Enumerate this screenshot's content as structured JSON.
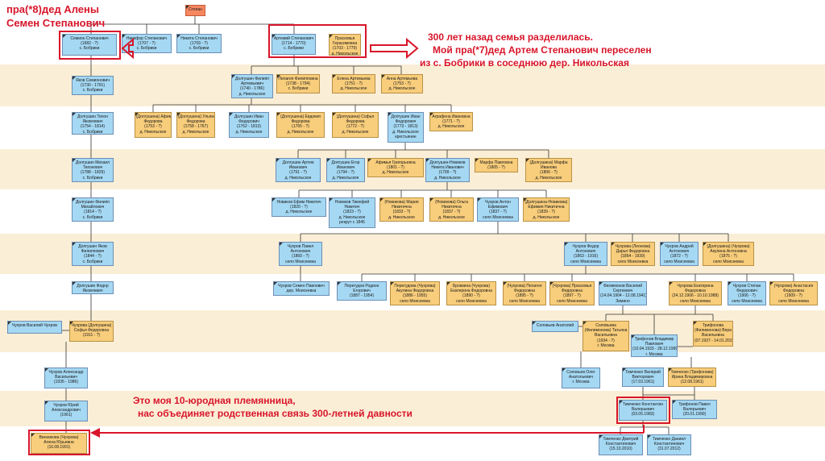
{
  "annotations": {
    "top_left": [
      "пра(*8)дед Алены",
      "Семен Степанович"
    ],
    "top_right": [
      "300 лет назад семья разделилась.",
      "Мой пра(*7)дед Артем Степанович переселен",
      "из с. Бобрики в соседнюю дер. Никольская"
    ],
    "bottom": [
      "Это моя 10-юродная племянница,",
      "нас объединяет родственная связь 300-летней давности"
    ]
  },
  "people": [
    {
      "id": "stepan",
      "lines": [
        "Степан"
      ],
      "sex": "r"
    },
    {
      "id": "semyon",
      "lines": [
        "Семион Степанович",
        "(1682 - ?)",
        "с. Бобрики"
      ],
      "sex": "m"
    },
    {
      "id": "nikifor",
      "lines": [
        "Никифор Степанович",
        "(1707 - ?)",
        "с. Бобрики"
      ],
      "sex": "m"
    },
    {
      "id": "nikita0",
      "lines": [
        "Никита Степанович",
        "(1709 - ?)",
        "с. Бобрики"
      ],
      "sex": "m"
    },
    {
      "id": "artemy",
      "lines": [
        "Артемий Степанович",
        "(1714 - 1770)",
        "с. Бобрики"
      ],
      "sex": "m"
    },
    {
      "id": "praskovya0",
      "lines": [
        "Прасковья",
        "Герасимовна",
        "(1703 - 1779)",
        "д. Никольское"
      ],
      "sex": "f"
    },
    {
      "id": "yakov0",
      "lines": [
        "Яков Семионович",
        "(1730 - 1791)",
        "с. Бобрики"
      ],
      "sex": "m"
    },
    {
      "id": "dolgushin_filipp",
      "lines": [
        "Долгушин Филипп",
        "Артемьевич",
        "(1740 - 1786)",
        "д. Никольское"
      ],
      "sex": "m"
    },
    {
      "id": "pelageya0",
      "lines": [
        "Пелагея Филипповна",
        "(1738 - 1794)",
        "с. Бобрики"
      ],
      "sex": "f"
    },
    {
      "id": "elena0",
      "lines": [
        "Елена Артемьева",
        "(1751 - ?)",
        "д. Никольское"
      ],
      "sex": "f"
    },
    {
      "id": "anna0",
      "lines": [
        "Анна Артемьева",
        "(1753 - ?)",
        "д. Никольское"
      ],
      "sex": "f"
    },
    {
      "id": "tikhon",
      "lines": [
        "Долгушин Тихон",
        "Яковлевич",
        "(1754 - 1814)",
        "с. Бобрики"
      ],
      "sex": "m"
    },
    {
      "id": "afimya0",
      "lines": [
        "(Долгушина) Афимья",
        "Федорова",
        "(1753 - ?)",
        "д. Никольское"
      ],
      "sex": "f"
    },
    {
      "id": "ulyana0",
      "lines": [
        "(Долгушина) Ульяна",
        "Федорова",
        "(1758 - 1767)",
        "д. Никольское"
      ],
      "sex": "f"
    },
    {
      "id": "ivan0",
      "lines": [
        "Долгушин Иван",
        "Федорович",
        "(1762 - 1813)",
        "д. Никольское"
      ],
      "sex": "m"
    },
    {
      "id": "evdokia0",
      "lines": [
        "(Долгушина) Евдокия",
        "Федорова",
        "(1765 - ?)",
        "д. Никольское"
      ],
      "sex": "f"
    },
    {
      "id": "sofya0",
      "lines": [
        "(Долгушина) Софья",
        "Федорова",
        "(1772 - ?)",
        "д. Никольское"
      ],
      "sex": "f"
    },
    {
      "id": "ivan1",
      "lines": [
        "Долгушин Иван",
        "Федорович",
        "(1773 - 1813)",
        "д. Никольское",
        "крестьянин"
      ],
      "sex": "m"
    },
    {
      "id": "agrafena0",
      "lines": [
        "Аграфена Ивановна",
        "(1771 - ?)",
        "д. Никольское"
      ],
      "sex": "f"
    },
    {
      "id": "mikhail0",
      "lines": [
        "Долгушин Михаил",
        "Тихонович",
        "(1788 - 1829)",
        "с. Бобрики"
      ],
      "sex": "m"
    },
    {
      "id": "artem1",
      "lines": [
        "Долгушин Артем",
        "Иванович",
        "(1791 - ?)",
        "д. Никольское"
      ],
      "sex": "m"
    },
    {
      "id": "egor1",
      "lines": [
        "Долгушин Егор",
        "Иванович",
        "(1794 - ?)",
        "д. Никольское"
      ],
      "sex": "m"
    },
    {
      "id": "afimya1",
      "lines": [
        "Афимья Григорьевна",
        "(1801 - ?)",
        "д. Никольское"
      ],
      "sex": "f"
    },
    {
      "id": "nikita1",
      "lines": [
        "Долгушин-Новиков",
        "Никита Иванович",
        "(1799 - ?)",
        "д. Никольское"
      ],
      "sex": "m"
    },
    {
      "id": "marfa1",
      "lines": [
        "Марфа Павловна",
        "(1805 - ?)"
      ],
      "sex": "f"
    },
    {
      "id": "marfa2",
      "lines": [
        "(Долгушина) Марфа",
        "Иванова",
        "(1806 - ?)",
        "д. Никольское"
      ],
      "sex": "f"
    },
    {
      "id": "filipp2",
      "lines": [
        "Долгушин Филипп",
        "Михайлович",
        "(1814 - ?)",
        "с. Бобрики"
      ],
      "sex": "m"
    },
    {
      "id": "efim2",
      "lines": [
        "Новиков Ефим Никитич",
        "(1820 - ?)",
        "д. Никольское"
      ],
      "sex": "m"
    },
    {
      "id": "timofei2",
      "lines": [
        "Новиков Тимофей",
        "Никитич",
        "(1823 - ?)",
        "д. Никольское",
        "рекрут с 1845"
      ],
      "sex": "m"
    },
    {
      "id": "maria2",
      "lines": [
        "(Новикова) Мария",
        "Никитична",
        "(1833 - ?)",
        "д. Никольское"
      ],
      "sex": "f"
    },
    {
      "id": "olga2",
      "lines": [
        "(Новикова) Ольга",
        "Никитична",
        "(1837 - ?)",
        "д. Никольское"
      ],
      "sex": "f"
    },
    {
      "id": "anton2",
      "lines": [
        "Чухров Антон",
        "Ефимович",
        "(1837 - ?)",
        "село Моисеевка"
      ],
      "sex": "m"
    },
    {
      "id": "efimia2",
      "lines": [
        "(Долгушина-Новикова)",
        "Ефимия Никитична",
        "(1839 - ?)",
        "д. Никольское"
      ],
      "sex": "f"
    },
    {
      "id": "yakov3",
      "lines": [
        "Долгушин Яков",
        "Филиппович",
        "(1844 - ?)",
        "с. Бобрики"
      ],
      "sex": "m"
    },
    {
      "id": "pavel3",
      "lines": [
        "Чухров Павел",
        "Антонович",
        "(1860 - ?)",
        "село Моисеевка"
      ],
      "sex": "m"
    },
    {
      "id": "fedor3",
      "lines": [
        "Чухров Федор",
        "Антонович",
        "(1863 - 1916)",
        "село Моисеевка"
      ],
      "sex": "m"
    },
    {
      "id": "darya3",
      "lines": [
        "Чухрова (Леонова)",
        "Дарья Федоровна",
        "(1864 - 1939)",
        "село Моисеевка"
      ],
      "sex": "f"
    },
    {
      "id": "andrei3",
      "lines": [
        "Чухров Андрей",
        "Антонович",
        "(1872 - ?)",
        "село Моисеевка"
      ],
      "sex": "m"
    },
    {
      "id": "akulina3",
      "lines": [
        "(Долгушина) (Чухрова)",
        "Акулина Антоновна",
        "(1875 - ?)",
        "село Моисеевка"
      ],
      "sex": "f"
    },
    {
      "id": "fedor4",
      "lines": [
        "Долгушин Федор",
        "Яковлевич"
      ],
      "sex": "m"
    },
    {
      "id": "semyon4",
      "lines": [
        "Чухров Семен Павлович",
        "дер. Моисеевка"
      ],
      "sex": "m"
    },
    {
      "id": "rodion4",
      "lines": [
        "Перегудов Родион",
        "Егорович",
        "(1887 - 1954)"
      ],
      "sex": "m"
    },
    {
      "id": "akulina4",
      "lines": [
        "Перегудова (Чухрова)",
        "Акулина Федоровна",
        "(1886 - 1955)",
        "село Моисеевка"
      ],
      "sex": "f"
    },
    {
      "id": "ekaterina4",
      "lines": [
        "Бровкина (Чухрова)",
        "Екатерина Федоровна",
        "(1890 - ?)",
        "село Моисеевка"
      ],
      "sex": "f"
    },
    {
      "id": "pelageya4",
      "lines": [
        "(Чухрова) Пелагея",
        "Федоровна",
        "(1895 - ?)",
        "село Моисеевка"
      ],
      "sex": "f"
    },
    {
      "id": "praskovya4",
      "lines": [
        "(Чухрова) Прасковья",
        "Федоровна",
        "(1897 - ?)",
        "село Моисеевка"
      ],
      "sex": "f"
    },
    {
      "id": "vasily4",
      "lines": [
        "Филимонов Василий",
        "Сергеевич",
        "(14.04.1904 - 12.08.1941)",
        "Зимино"
      ],
      "sex": "m"
    },
    {
      "id": "ekaterina5",
      "lines": [
        "Чухрова Екатерина",
        "Федоровна",
        "(24.12.1906 - 10.10.1988)",
        "село Моисеевка"
      ],
      "sex": "f"
    },
    {
      "id": "stepan4",
      "lines": [
        "Чухров Степан",
        "Федорович",
        "(1906 - ?)",
        "село Моисеевка"
      ],
      "sex": "m"
    },
    {
      "id": "anastasia4",
      "lines": [
        "(Чухрова) Анастасия",
        "Федоровна",
        "(1909 - ?)",
        "село Моисеевка"
      ],
      "sex": "f"
    },
    {
      "id": "vasily5",
      "lines": [
        "Чухров Василий Чухров"
      ],
      "sex": "m"
    },
    {
      "id": "sofya5",
      "lines": [
        "Чухрова (Долгушина)",
        "Софья Федоровна",
        "(1911 - ?)"
      ],
      "sex": "f"
    },
    {
      "id": "anatoly5",
      "lines": [
        "Соловьев Анатолий"
      ],
      "sex": "m"
    },
    {
      "id": "tatyana5",
      "lines": [
        "Соловьева",
        "(Филимонова) Татьяна",
        "Васильевна",
        "(1934 - ?)",
        "г. Москва"
      ],
      "sex": "f"
    },
    {
      "id": "vladimir5",
      "lines": [
        "Трифонов Владимир",
        "Павлович",
        "(10.04.1933 - 28.12.1999)",
        "г. Москва"
      ],
      "sex": "m"
    },
    {
      "id": "vera5",
      "lines": [
        "Трифонова",
        "(Филимонова) Вера",
        "Васильевна",
        "(07.1937 - 14.01.2019)"
      ],
      "sex": "f"
    },
    {
      "id": "alexander6",
      "lines": [
        "Чухров Александр",
        "Васильевич",
        "(1935 - 1986)"
      ],
      "sex": "m"
    },
    {
      "id": "oleg6",
      "lines": [
        "Соловьев Олег",
        "Анатольевич",
        "г. Москва"
      ],
      "sex": "m"
    },
    {
      "id": "valery6",
      "lines": [
        "Тимченко Валерий",
        "Викторович",
        "(17.03.1961)"
      ],
      "sex": "m"
    },
    {
      "id": "irina6",
      "lines": [
        "Тимченко (Трифонова)",
        "Ирина Владимировна",
        "(12.08.1961)"
      ],
      "sex": "f"
    },
    {
      "id": "yury7",
      "lines": [
        "Чухров Юрий",
        "Александрович",
        "(1961)"
      ],
      "sex": "m"
    },
    {
      "id": "konstantin7",
      "lines": [
        "Тимченко Константин",
        "Валерьевич",
        "(03.05.1983)"
      ],
      "sex": "m"
    },
    {
      "id": "pavel7",
      "lines": [
        "Трифонов Павел",
        "Валерьевич",
        "(20.01.1990)"
      ],
      "sex": "m"
    },
    {
      "id": "alena8",
      "lines": [
        "Винникова (Чухрова)",
        "Алена Юрьевна",
        "(16.08.1991)"
      ],
      "sex": "f"
    },
    {
      "id": "dmitry8",
      "lines": [
        "Тимченко Дмитрий",
        "Константинович",
        "(15.10.2010)"
      ],
      "sex": "m"
    },
    {
      "id": "daniil8",
      "lines": [
        "Тимченко Даниил",
        "Константинович",
        "(31.07.2012)"
      ],
      "sex": "m"
    }
  ]
}
